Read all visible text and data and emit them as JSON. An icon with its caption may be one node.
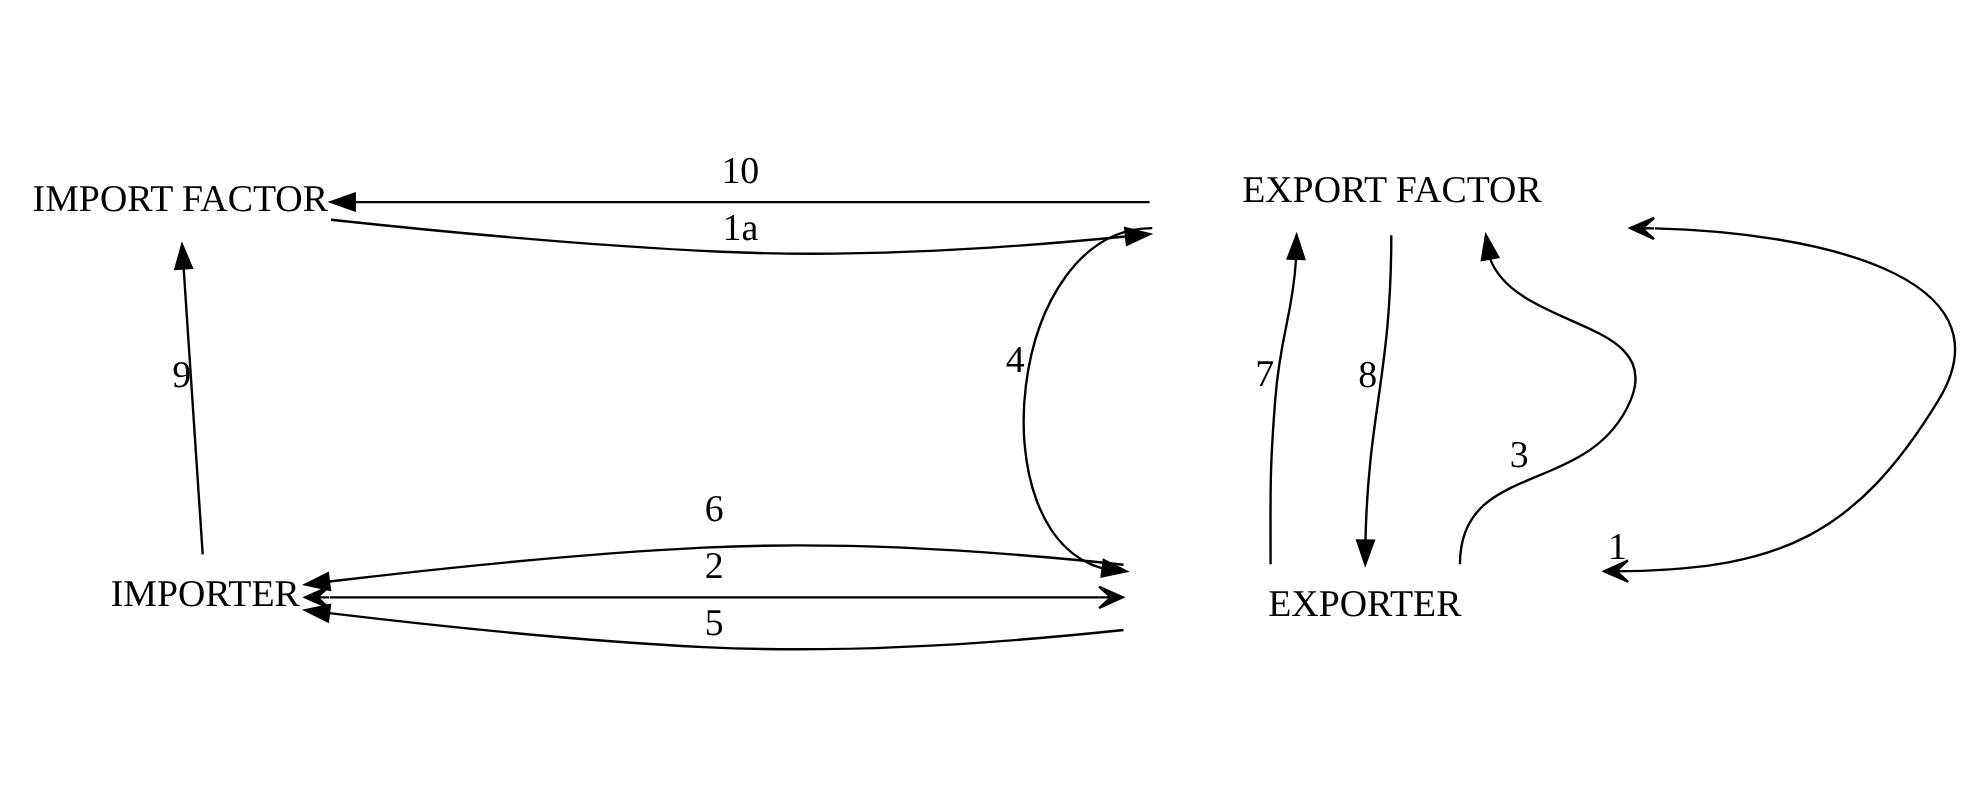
{
  "diagram": {
    "nodes": [
      {
        "text": [
          "IMPORT FACTOR"
        ]
      },
      {
        "text": [
          "EXPORT FACTOR"
        ]
      },
      {
        "text": [
          "IMPORTER"
        ]
      },
      {
        "text": [
          "EXPORTER"
        ]
      }
    ],
    "edges": [
      {
        "from": 0,
        "to": 1,
        "arrow": "to",
        "label": "1a"
      },
      {
        "from": 1,
        "to": 0,
        "arrow": "to",
        "label": "10"
      },
      {
        "from": 2,
        "to": 0,
        "arrow": "to",
        "label": "9"
      },
      {
        "from": 2,
        "to": 3,
        "arrow": "both",
        "label": "2"
      },
      {
        "from": 1,
        "to": 3,
        "arrow": "to",
        "label": "8"
      },
      {
        "from": 3,
        "to": 1,
        "arrow": "to",
        "label": "7"
      },
      {
        "from": 1,
        "to": 3,
        "arrow": "to",
        "label": "4"
      },
      {
        "from": 3,
        "to": 1,
        "arrow": "to",
        "label": "3"
      },
      {
        "from": 1,
        "to": 3,
        "arrow": "both",
        "label": "1"
      },
      {
        "from": 3,
        "to": 2,
        "arrow": "to",
        "label": "5"
      },
      {
        "from": 3,
        "to": 2,
        "arrow": "to",
        "label": "6"
      }
    ]
  }
}
